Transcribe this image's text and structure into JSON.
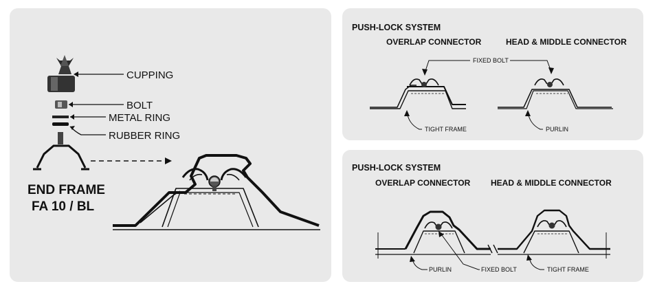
{
  "left_panel": {
    "parts": {
      "cupping": "CUPPING",
      "bolt": "BOLT",
      "metal_ring": "METAL RING",
      "rubber_ring": "RUBBER RING"
    },
    "title_line1": "END FRAME",
    "title_line2": "FA 10 / BL"
  },
  "top_right_panel": {
    "title": "PUSH-LOCK SYSTEM",
    "overlap_label": "OVERLAP CONNECTOR",
    "head_middle_label": "HEAD & MIDDLE CONNECTOR",
    "fixed_bolt": "FIXED BOLT",
    "tight_frame": "TIGHT FRAME",
    "purlin": "PURLIN"
  },
  "bottom_right_panel": {
    "title": "PUSH-LOCK SYSTEM",
    "overlap_label": "OVERLAP CONNECTOR",
    "head_middle_label": "HEAD & MIDDLE CONNECTOR",
    "purlin": "PURLIN",
    "fixed_bolt": "FIXED BOLT",
    "tight_frame": "TIGHT FRAME"
  },
  "colors": {
    "panel_bg": "#e9e9e9",
    "line": "#111111"
  }
}
